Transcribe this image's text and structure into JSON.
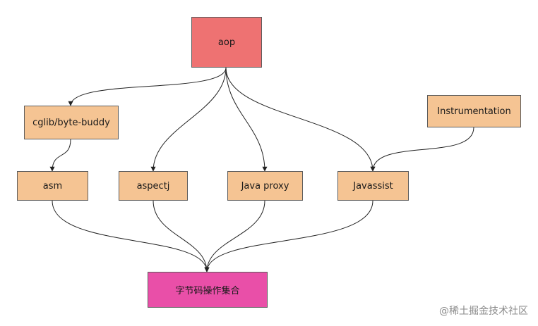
{
  "diagram": {
    "nodes": {
      "aop": "aop",
      "cglib": "cglib/byte-buddy",
      "instrumentation": "Instrumentation",
      "asm": "asm",
      "aspectj": "aspectj",
      "java_proxy": "Java proxy",
      "javassist": "Javassist",
      "bytecode": "字节码操作集合"
    },
    "colors": {
      "tan_node": "#f5c493",
      "aop_node": "#ee7272",
      "bytecode_node": "#e94fa8",
      "border": "#5c5c5c",
      "edge": "#222222"
    }
  },
  "watermark": "@稀土掘金技术社区"
}
